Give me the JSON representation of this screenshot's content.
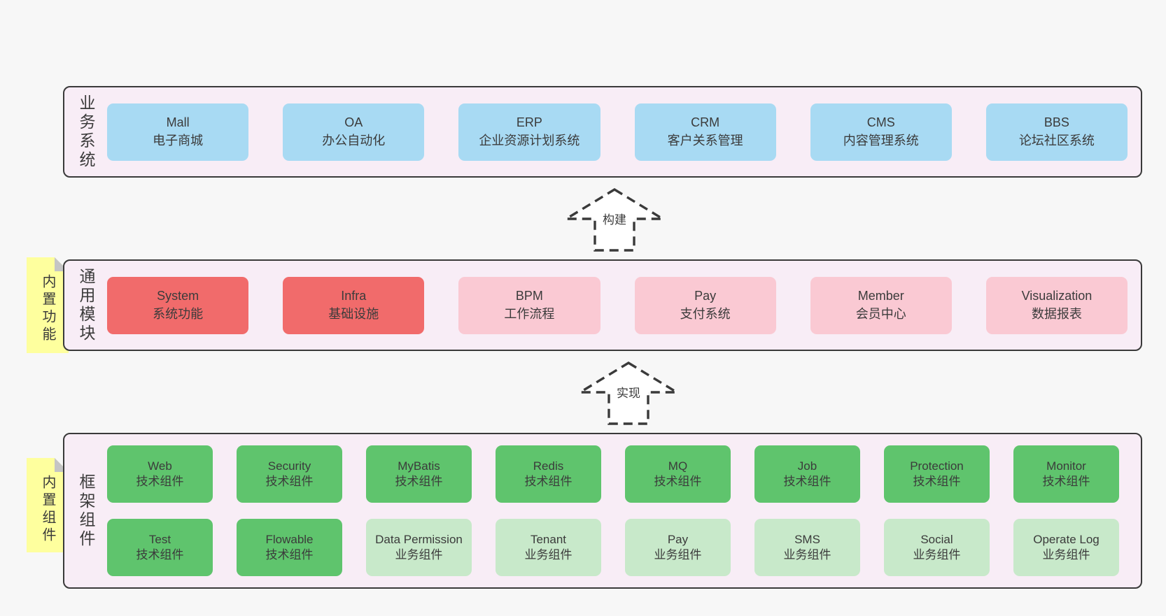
{
  "colors": {
    "page_bg": "#f7f7f7",
    "band_bg": "#f8edf6",
    "band_border": "#3a3a3a",
    "blue": "#a8daf3",
    "red": "#f16b6b",
    "pink": "#fac9d3",
    "green": "#5fc46d",
    "green_light": "#c8e9ca",
    "sticky_yellow": "#feff9e",
    "text": "#3b3b3b"
  },
  "arrows": [
    {
      "label": "构建"
    },
    {
      "label": "实现"
    }
  ],
  "sections": [
    {
      "title": "业务系统",
      "rows": [
        [
          {
            "en": "Mall",
            "zh": "电子商城",
            "color": "blue"
          },
          {
            "en": "OA",
            "zh": "办公自动化",
            "color": "blue"
          },
          {
            "en": "ERP",
            "zh": "企业资源计划系统",
            "color": "blue"
          },
          {
            "en": "CRM",
            "zh": "客户关系管理",
            "color": "blue"
          },
          {
            "en": "CMS",
            "zh": "内容管理系统",
            "color": "blue"
          },
          {
            "en": "BBS",
            "zh": "论坛社区系统",
            "color": "blue"
          }
        ]
      ]
    },
    {
      "title": "通用模块",
      "sticky": "内置功能",
      "rows": [
        [
          {
            "en": "System",
            "zh": "系统功能",
            "color": "red"
          },
          {
            "en": "Infra",
            "zh": "基础设施",
            "color": "red"
          },
          {
            "en": "BPM",
            "zh": "工作流程",
            "color": "pink"
          },
          {
            "en": "Pay",
            "zh": "支付系统",
            "color": "pink"
          },
          {
            "en": "Member",
            "zh": "会员中心",
            "color": "pink"
          },
          {
            "en": "Visualization",
            "zh": "数据报表",
            "color": "pink"
          }
        ]
      ]
    },
    {
      "title": "框架组件",
      "sticky": "内置组件",
      "rows": [
        [
          {
            "en": "Web",
            "zh": "技术组件",
            "color": "green"
          },
          {
            "en": "Security",
            "zh": "技术组件",
            "color": "green"
          },
          {
            "en": "MyBatis",
            "zh": "技术组件",
            "color": "green"
          },
          {
            "en": "Redis",
            "zh": "技术组件",
            "color": "green"
          },
          {
            "en": "MQ",
            "zh": "技术组件",
            "color": "green"
          },
          {
            "en": "Job",
            "zh": "技术组件",
            "color": "green"
          },
          {
            "en": "Protection",
            "zh": "技术组件",
            "color": "green"
          },
          {
            "en": "Monitor",
            "zh": "技术组件",
            "color": "green"
          }
        ],
        [
          {
            "en": "Test",
            "zh": "技术组件",
            "color": "green"
          },
          {
            "en": "Flowable",
            "zh": "技术组件",
            "color": "green"
          },
          {
            "en": "Data Permission",
            "zh": "业务组件",
            "color": "lgreen"
          },
          {
            "en": "Tenant",
            "zh": "业务组件",
            "color": "lgreen"
          },
          {
            "en": "Pay",
            "zh": "业务组件",
            "color": "lgreen"
          },
          {
            "en": "SMS",
            "zh": "业务组件",
            "color": "lgreen"
          },
          {
            "en": "Social",
            "zh": "业务组件",
            "color": "lgreen"
          },
          {
            "en": "Operate Log",
            "zh": "业务组件",
            "color": "lgreen"
          }
        ]
      ]
    }
  ]
}
